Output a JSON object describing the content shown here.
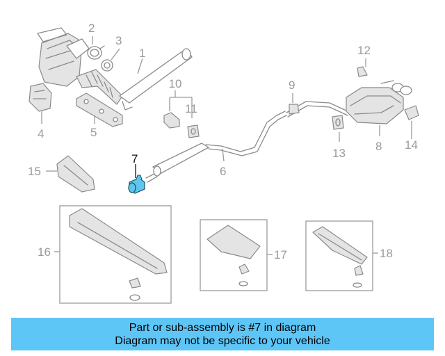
{
  "caption": {
    "line1": "Part or sub-assembly is #7 in diagram",
    "line2": "Diagram may not be specific to your vehicle"
  },
  "highlighted_part": "7",
  "highlight_color": "#5ec6ee",
  "caption_bg": "#5ec6f6",
  "callouts": {
    "c1": "1",
    "c2": "2",
    "c3": "3",
    "c4": "4",
    "c5": "5",
    "c6": "6",
    "c7": "7",
    "c8": "8",
    "c9": "9",
    "c10": "10",
    "c11": "11",
    "c12": "12",
    "c13": "13",
    "c14": "14",
    "c15": "15",
    "c16": "16",
    "c17": "17",
    "c18": "18"
  }
}
